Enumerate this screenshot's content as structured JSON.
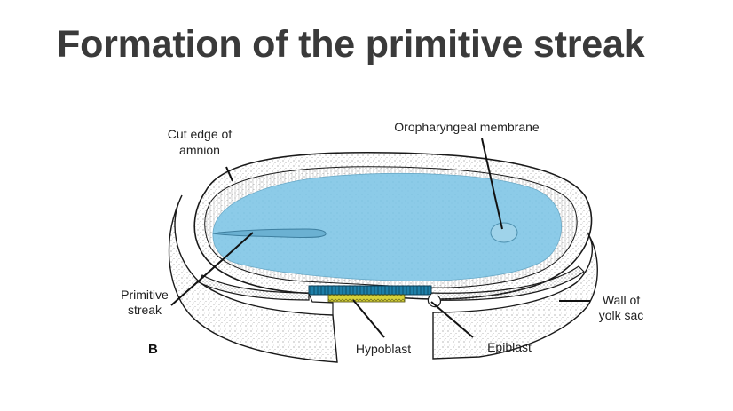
{
  "title": "Formation of the primitive streak",
  "figure": {
    "panel_label": "B",
    "labels": {
      "cut_edge_line1": "Cut edge of",
      "cut_edge_line2": "amnion",
      "oropharyngeal": "Oropharyngeal membrane",
      "primitive_line1": "Primitive",
      "primitive_line2": "streak",
      "wall_line1": "Wall of",
      "wall_line2": "yolk sac",
      "hypoblast": "Hypoblast",
      "epiblast": "Epiblast"
    },
    "colors": {
      "disc": "#8ccbe8",
      "epiblast_band": "#1e7fa8",
      "hypoblast_band": "#d8d23a",
      "outline": "#1a1a1a",
      "stipple": "#9a9a9a"
    }
  }
}
